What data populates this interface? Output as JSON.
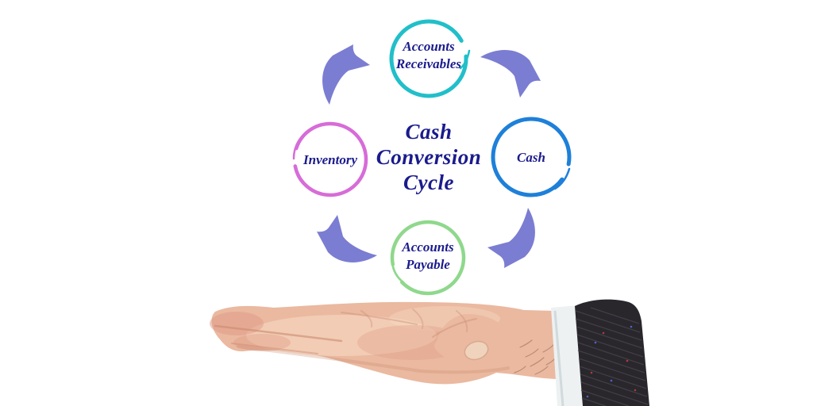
{
  "diagram": {
    "title": {
      "line1": "Cash",
      "line2": "Conversion",
      "line3": "Cycle"
    },
    "title_color": "#1a1b8d",
    "label_color": "#1a1b8d",
    "arrow_color": "#7b7dd2",
    "cycle_direction": "clockwise",
    "nodes": {
      "top": {
        "label_line1": "Accounts",
        "label_line2": "Receivables",
        "ring_color": "#21bfc9"
      },
      "right": {
        "label_line1": "Cash",
        "ring_color": "#1e80d9"
      },
      "bottom": {
        "label_line1": "Accounts",
        "label_line2": "Payable",
        "ring_color": "#8fd88c"
      },
      "left": {
        "label_line1": "Inventory",
        "ring_color": "#d76cd8"
      }
    }
  },
  "photo": {
    "skin_color": "#eab9a0",
    "skin_shadow_color": "#c98a6e",
    "skin_highlight_color": "#f8dcc6",
    "blush_color": "#e09a85",
    "nail_color": "#f0d3bd",
    "hair_color": "#8a5f48",
    "cuff_color": "#edf1f2",
    "cuff_shade_color": "#c9d4d6",
    "sleeve_color": "#29272c",
    "sleeve_texture_color": "#45424b",
    "fleck_red": "#b8413a",
    "fleck_blue": "#4a6fd4"
  }
}
